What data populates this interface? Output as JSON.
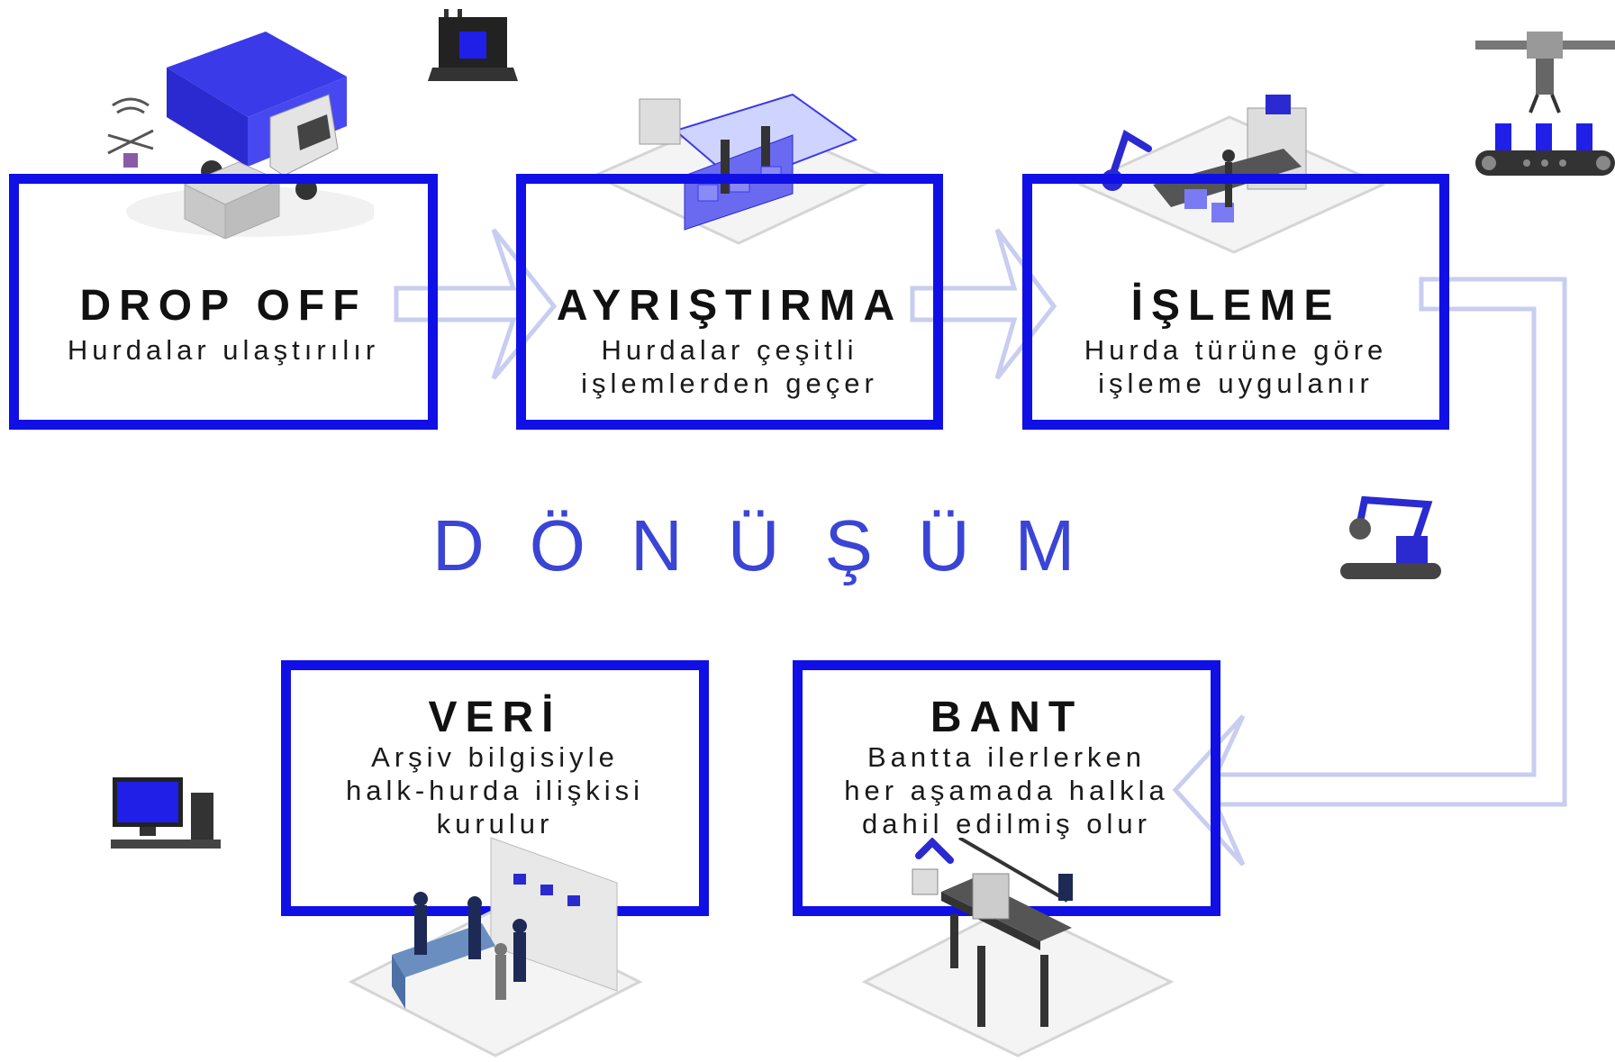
{
  "diagram": {
    "title": "DÖNÜŞÜM",
    "colors": {
      "box_border": "#1010e6",
      "arrow": "#c9cdf0",
      "title_text": "#3a45d6"
    },
    "steps": [
      {
        "title": "DROP OFF",
        "lines": [
          "Hurdalar ulaştırılır"
        ],
        "icon": "truck-drone-icon"
      },
      {
        "title": "AYRIŞTIRMA",
        "lines": [
          "Hurdalar çeşitli",
          "işlemlerden geçer"
        ],
        "icon": "sorting-station-icon"
      },
      {
        "title": "İŞLEME",
        "lines": [
          "Hurda türüne göre",
          "işleme uygulanır"
        ],
        "icon": "processing-line-icon"
      },
      {
        "title": "BANT",
        "lines": [
          "Bantta ilerlerken",
          "her aşamada halkla",
          "dahil edilmiş olur"
        ],
        "icon": "conveyor-robot-icon"
      },
      {
        "title": "VERİ",
        "lines": [
          "Arşiv bilgisiyle",
          "halk-hurda ilişkisi",
          "kurulur"
        ],
        "icon": "office-people-icon"
      }
    ],
    "decorations": [
      "laptop-icon",
      "crane-conveyor-icon",
      "robot-arm-icon",
      "desktop-computer-icon"
    ]
  }
}
